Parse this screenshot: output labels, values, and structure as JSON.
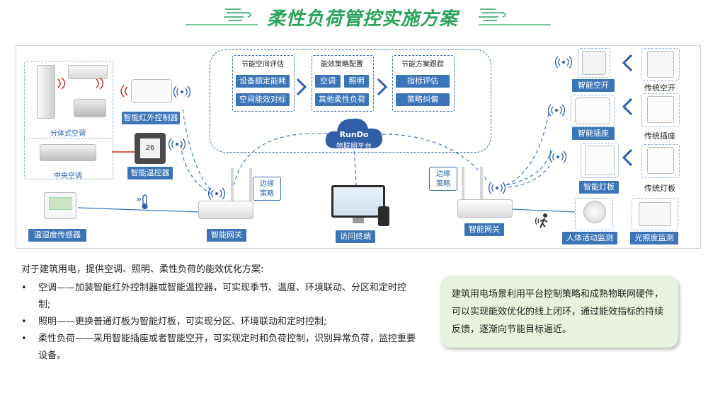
{
  "title": "柔性负荷管控实施方案",
  "colors": {
    "title": "#2aa35a",
    "label_bg": "#3b75b8",
    "dash": "#3a6db0",
    "callout_bg": "#e9f2de"
  },
  "diagram": {
    "split_ac": "分体式空调",
    "central_ac": "中央空调",
    "ir_controller": "智能红外控制器",
    "thermostat": "智能温控器",
    "th_sensor": "温湿度传感器",
    "gateway_left": "智能网关",
    "gateway_right": "智能网关",
    "edge_left": "边缘\n策略",
    "edge_right": "边缘\n策略",
    "terminal": "访问终端",
    "cloud_brand": "RunDo",
    "cloud_name": "物联网平台",
    "panel1": {
      "title": "节能空间评估",
      "items": [
        "设备额定能耗",
        "空间能效对标"
      ]
    },
    "panel2": {
      "title": "能效策略配置",
      "items": [
        "空调",
        "照明",
        "其他柔性负荷"
      ]
    },
    "panel3": {
      "title": "节能方案跟踪",
      "items": [
        "指标评估",
        "策略纠偏"
      ]
    },
    "smart_breaker": "智能空开",
    "trad_breaker": "传统空开",
    "smart_socket": "智能插座",
    "trad_socket": "传统插座",
    "smart_switch": "智能灯板",
    "trad_switch": "传统灯板",
    "motion": "人体活动监测",
    "light": "光照度监测",
    "thermostat_display": "26"
  },
  "text": {
    "intro": "对于建筑用电，提供空调、照明、柔性负荷的能效优化方案:",
    "bullets": [
      "空调——加装智能红外控制器或智能温控器，可实现季节、温度、环境联动、分区和定时控制;",
      "照明——更换普通灯板为智能灯板，可实现分区、环境联动和定时控制;",
      "柔性负荷——采用智能插座或者智能空开，可实现定时和负荷控制，识别异常负荷，监控重要设备。"
    ],
    "callout": "建筑用电场景利用平台控制策略和成熟物联网硬件，可以实现能效优化的线上闭环，通过能效指标的持续反馈，逐渐向节能目标逼近。"
  }
}
